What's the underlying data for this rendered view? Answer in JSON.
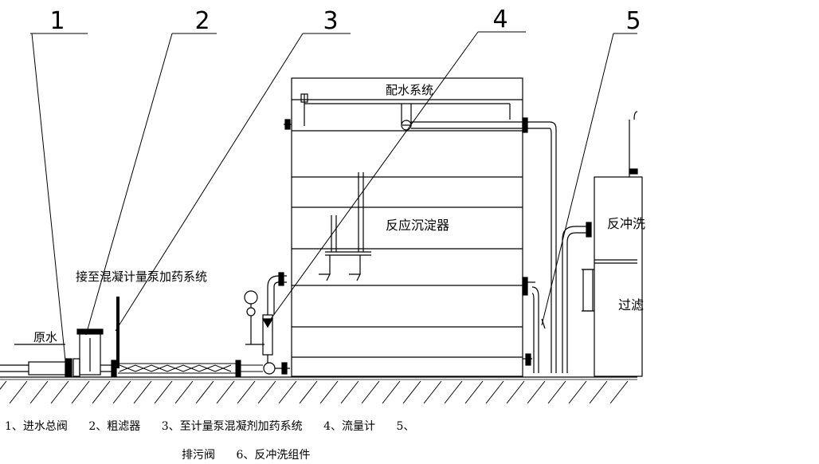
{
  "callouts": [
    "1",
    "2",
    "3",
    "4",
    "5"
  ],
  "labels": {
    "distribution_system": "配水系统",
    "reactor": "反应沉淀器",
    "dosing_connection": "接至混凝计量泵加药系统",
    "raw_water": "原水",
    "backwash_partial": "反冲洗",
    "filter_partial": "过滤"
  },
  "caption": {
    "items": [
      "1、进水总阀",
      "2、粗滤器",
      "3、至计量泵混凝剂加药系统",
      "4、流量计",
      "5、",
      "排污阀",
      "6、反冲洗组件"
    ]
  }
}
